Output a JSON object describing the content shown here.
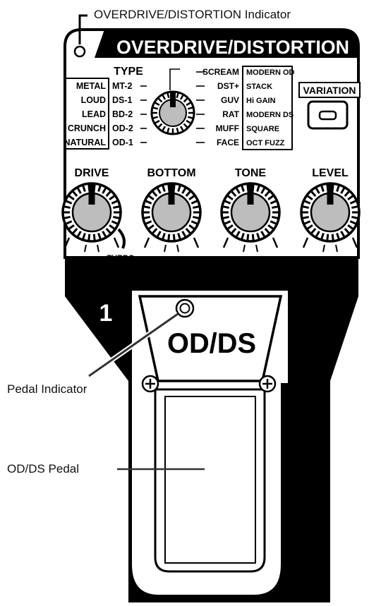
{
  "callouts": {
    "od_ds_indicator": "OVERDRIVE/DISTORTION Indicator",
    "pedal_indicator": "Pedal Indicator",
    "od_ds_pedal": "OD/DS Pedal"
  },
  "panel": {
    "title": "OVERDRIVE/DISTORTION",
    "type_label": "TYPE",
    "variation_label": "VARIATION",
    "pedal_number": "1",
    "pedal_label": "OD/DS",
    "turbo_label": "TURBO"
  },
  "type_groups": {
    "left_names": [
      "METAL",
      "LOUD",
      "LEAD",
      "CRUNCH",
      "NATURAL"
    ],
    "left_models": [
      "MT-2",
      "DS-1",
      "BD-2",
      "OD-2",
      "OD-1"
    ],
    "right_models": [
      "SCREAM",
      "DST+",
      "GUV",
      "RAT",
      "MUFF",
      "FACE"
    ],
    "right_variations": [
      "MODERN OD",
      "STACK",
      "Hi GAIN",
      "MODERN DS",
      "SQUARE",
      "OCT FUZZ"
    ]
  },
  "knobs": [
    "DRIVE",
    "BOTTOM",
    "TONE",
    "LEVEL"
  ],
  "colors": {
    "ink": "#000000",
    "panel": "#ffffff",
    "knob_ring": "#bdbdbd"
  }
}
